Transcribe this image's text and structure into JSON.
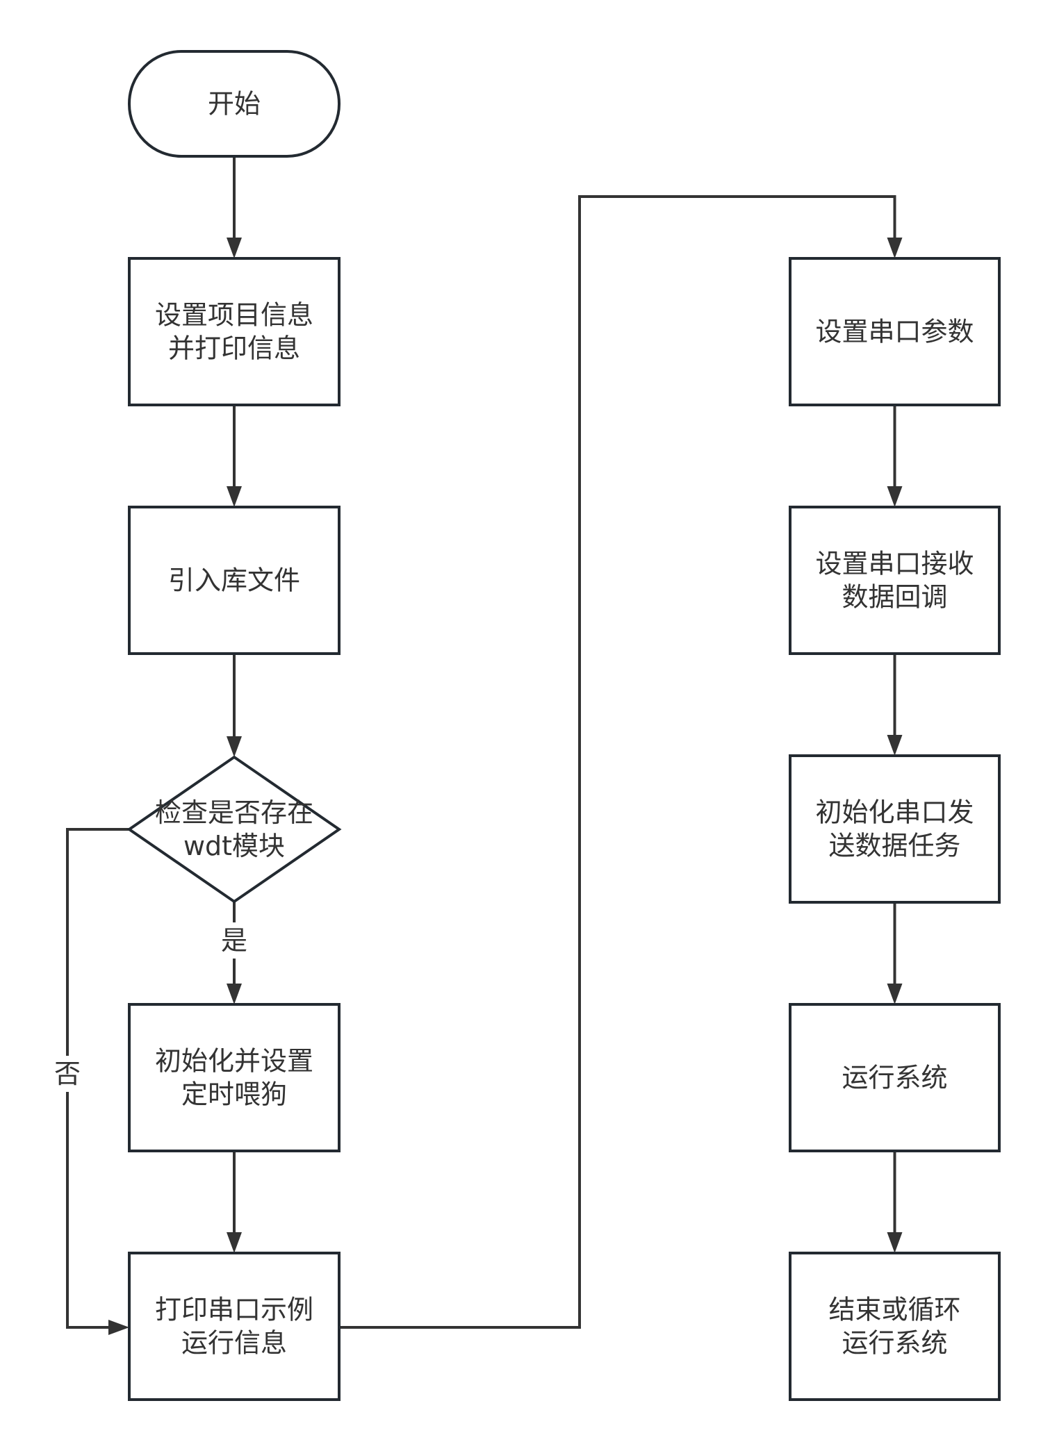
{
  "diagram": {
    "type": "flowchart",
    "colors": {
      "stroke": "#232a31",
      "edge": "#333333",
      "text": "#333333",
      "fill": "#ffffff"
    },
    "nodes": [
      {
        "id": "start",
        "shape": "terminal",
        "lines": [
          "开始"
        ]
      },
      {
        "id": "set-project-info",
        "shape": "process",
        "lines": [
          "设置项目信息",
          "并打印信息"
        ]
      },
      {
        "id": "import-libs",
        "shape": "process",
        "lines": [
          "引入库文件"
        ]
      },
      {
        "id": "check-wdt",
        "shape": "decision",
        "lines": [
          "检查是否存在",
          "wdt模块"
        ]
      },
      {
        "id": "init-wdt",
        "shape": "process",
        "lines": [
          "初始化并设置",
          "定时喂狗"
        ]
      },
      {
        "id": "print-uart-demo",
        "shape": "process",
        "lines": [
          "打印串口示例",
          "运行信息"
        ]
      },
      {
        "id": "set-uart-params",
        "shape": "process",
        "lines": [
          "设置串口参数"
        ]
      },
      {
        "id": "set-uart-rx-callback",
        "shape": "process",
        "lines": [
          "设置串口接收",
          "数据回调"
        ]
      },
      {
        "id": "init-uart-tx-task",
        "shape": "process",
        "lines": [
          "初始化串口发",
          "送数据任务"
        ]
      },
      {
        "id": "run-system",
        "shape": "process",
        "lines": [
          "运行系统"
        ]
      },
      {
        "id": "end-or-loop",
        "shape": "process",
        "lines": [
          "结束或循环",
          "运行系统"
        ]
      }
    ],
    "edges": [
      {
        "from": "start",
        "to": "set-project-info",
        "label": ""
      },
      {
        "from": "set-project-info",
        "to": "import-libs",
        "label": ""
      },
      {
        "from": "import-libs",
        "to": "check-wdt",
        "label": ""
      },
      {
        "from": "check-wdt",
        "to": "init-wdt",
        "label": "是"
      },
      {
        "from": "check-wdt",
        "to": "print-uart-demo",
        "label": "否"
      },
      {
        "from": "init-wdt",
        "to": "print-uart-demo",
        "label": ""
      },
      {
        "from": "print-uart-demo",
        "to": "set-uart-params",
        "label": ""
      },
      {
        "from": "set-uart-params",
        "to": "set-uart-rx-callback",
        "label": ""
      },
      {
        "from": "set-uart-rx-callback",
        "to": "init-uart-tx-task",
        "label": ""
      },
      {
        "from": "init-uart-tx-task",
        "to": "run-system",
        "label": ""
      },
      {
        "from": "run-system",
        "to": "end-or-loop",
        "label": ""
      }
    ]
  }
}
